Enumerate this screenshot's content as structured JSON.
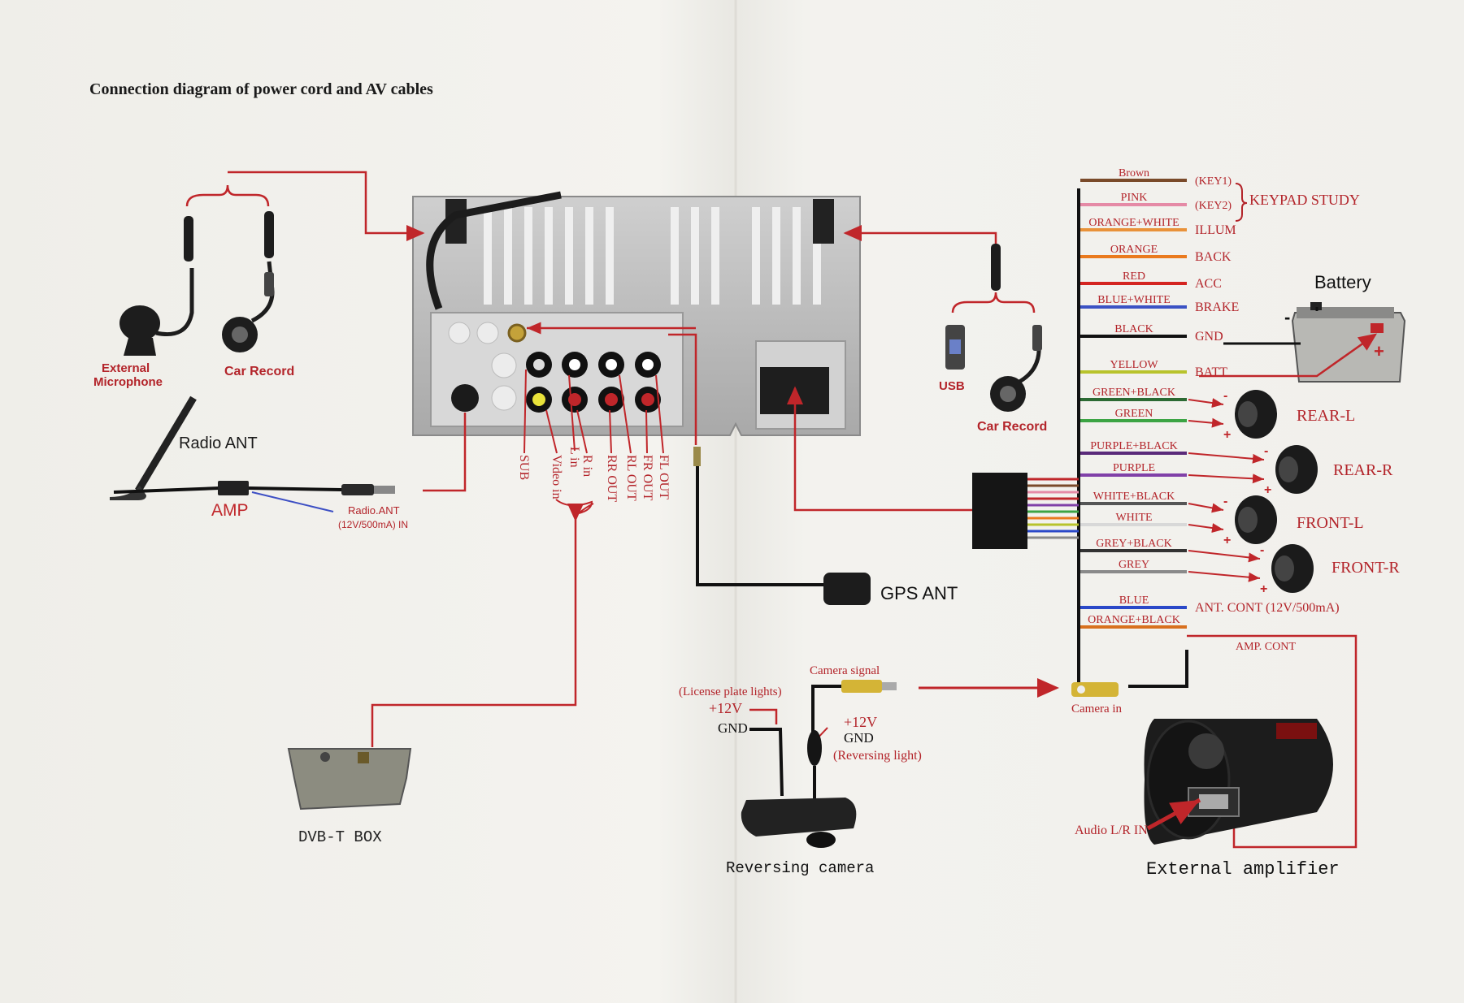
{
  "title": "Connection diagram of power cord and AV cables",
  "left": {
    "external_microphone": [
      "External",
      "Microphone"
    ],
    "car_record": "Car Record",
    "radio_ant": "Radio ANT",
    "amp": "AMP",
    "radio_ant_in": [
      "Radio.ANT",
      "(12V/500mA) IN"
    ]
  },
  "rca_ports": [
    "SUB",
    "Video in",
    "L in",
    "R in",
    "RR OUT",
    "RL OUT",
    "FR OUT",
    "FL OUT"
  ],
  "dvb_box": "DVB-T BOX",
  "gps_ant": "GPS ANT",
  "usb_group": {
    "usb": "USB",
    "car_record": "Car Record"
  },
  "wires": [
    {
      "color": "Brown",
      "function": "(KEY1)",
      "hex": "#7a4a2a"
    },
    {
      "color": "PINK",
      "function": "(KEY2)",
      "hex": "#e58aa6"
    },
    {
      "color": "ORANGE+WHITE",
      "function": "ILLUM",
      "hex": "#e9923a"
    },
    {
      "color": "ORANGE",
      "function": "BACK",
      "hex": "#ea7a1e"
    },
    {
      "color": "RED",
      "function": "ACC",
      "hex": "#d42420"
    },
    {
      "color": "BLUE+WHITE",
      "function": "BRAKE",
      "hex": "#3b52c4"
    },
    {
      "color": "BLACK",
      "function": "GND",
      "hex": "#111111"
    },
    {
      "color": "YELLOW",
      "function": "BATT",
      "hex": "#b8c32c"
    },
    {
      "color": "GREEN+BLACK",
      "function": "",
      "hex": "#2c6a33"
    },
    {
      "color": "GREEN",
      "function": "",
      "hex": "#3ca444"
    },
    {
      "color": "PURPLE+BLACK",
      "function": "",
      "hex": "#5a2a7a"
    },
    {
      "color": "PURPLE",
      "function": "",
      "hex": "#8040a8"
    },
    {
      "color": "WHITE+BLACK",
      "function": "",
      "hex": "#555555"
    },
    {
      "color": "WHITE",
      "function": "",
      "hex": "#d8d8d8"
    },
    {
      "color": "GREY+BLACK",
      "function": "",
      "hex": "#333333"
    },
    {
      "color": "GREY",
      "function": "",
      "hex": "#8a8a8a"
    },
    {
      "color": "BLUE",
      "function": "ANT. CONT (12V/500mA)",
      "hex": "#2a48c8"
    },
    {
      "color": "ORANGE+BLACK",
      "function": "",
      "hex": "#d8701e"
    }
  ],
  "keypad_study": "KEYPAD STUDY",
  "battery": {
    "label": "Battery",
    "minus": "-",
    "plus": "+"
  },
  "speakers": [
    "REAR-L",
    "REAR-R",
    "FRONT-L",
    "FRONT-R"
  ],
  "speaker_polarity": {
    "neg": "-",
    "pos": "+"
  },
  "amp_cont": "AMP. CONT",
  "camera": {
    "license_plate": "(License plate lights)",
    "v12_left": "+12V",
    "gnd_left": "GND",
    "camera_signal": "Camera signal",
    "v12_right": "+12V",
    "gnd_right": "GND",
    "reversing_light": "(Reversing light)",
    "reversing_camera": "Reversing camera",
    "camera_in": "Camera in"
  },
  "amplifier": {
    "audio_in": "Audio L/R IN",
    "label": "External amplifier"
  }
}
